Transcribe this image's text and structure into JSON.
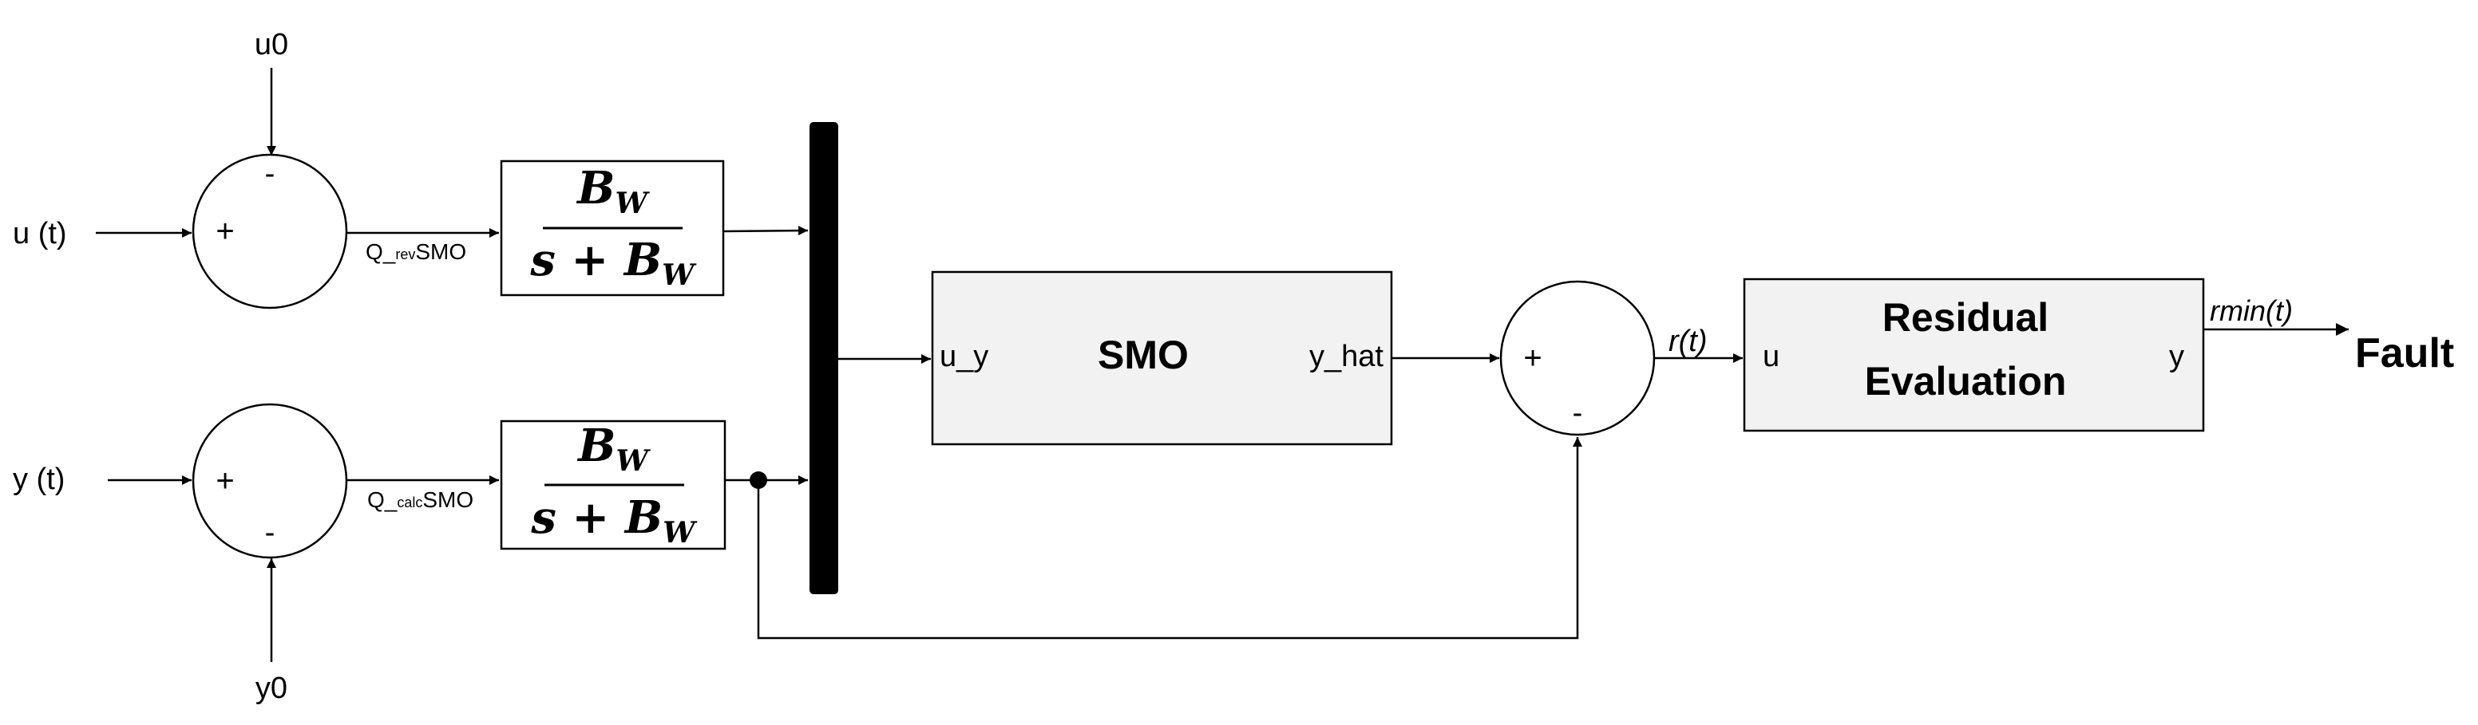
{
  "inputs": {
    "u0": "u0",
    "u_t": "u (t)",
    "y_t": "y (t)",
    "y0": "y0"
  },
  "sum1": {
    "plus": "+",
    "minus": "-"
  },
  "sum2": {
    "plus": "+",
    "minus": "-"
  },
  "sum3": {
    "plus": "+",
    "minus": "-"
  },
  "signals": {
    "q_rev_prefix": "Q_",
    "q_rev_sub": "rev",
    "q_rev_suffix": "SMO",
    "q_calc_prefix": "Q_",
    "q_calc_sub": "calc",
    "q_calc_suffix": "SMO",
    "r_t": "r(t)",
    "rmin_t": "rmin(t)"
  },
  "filter1": {
    "num": "B",
    "num_sub": "W",
    "den": "s + B",
    "den_sub": "W"
  },
  "filter2": {
    "num": "B",
    "num_sub": "W",
    "den": "s + B",
    "den_sub": "W"
  },
  "smo": {
    "title": "SMO",
    "input_port": "u_y",
    "output_port": "y_hat"
  },
  "residual": {
    "title_line1": "Residual",
    "title_line2": "Evaluation",
    "input_port": "u",
    "output_port": "y"
  },
  "output": {
    "label": "Fault"
  }
}
